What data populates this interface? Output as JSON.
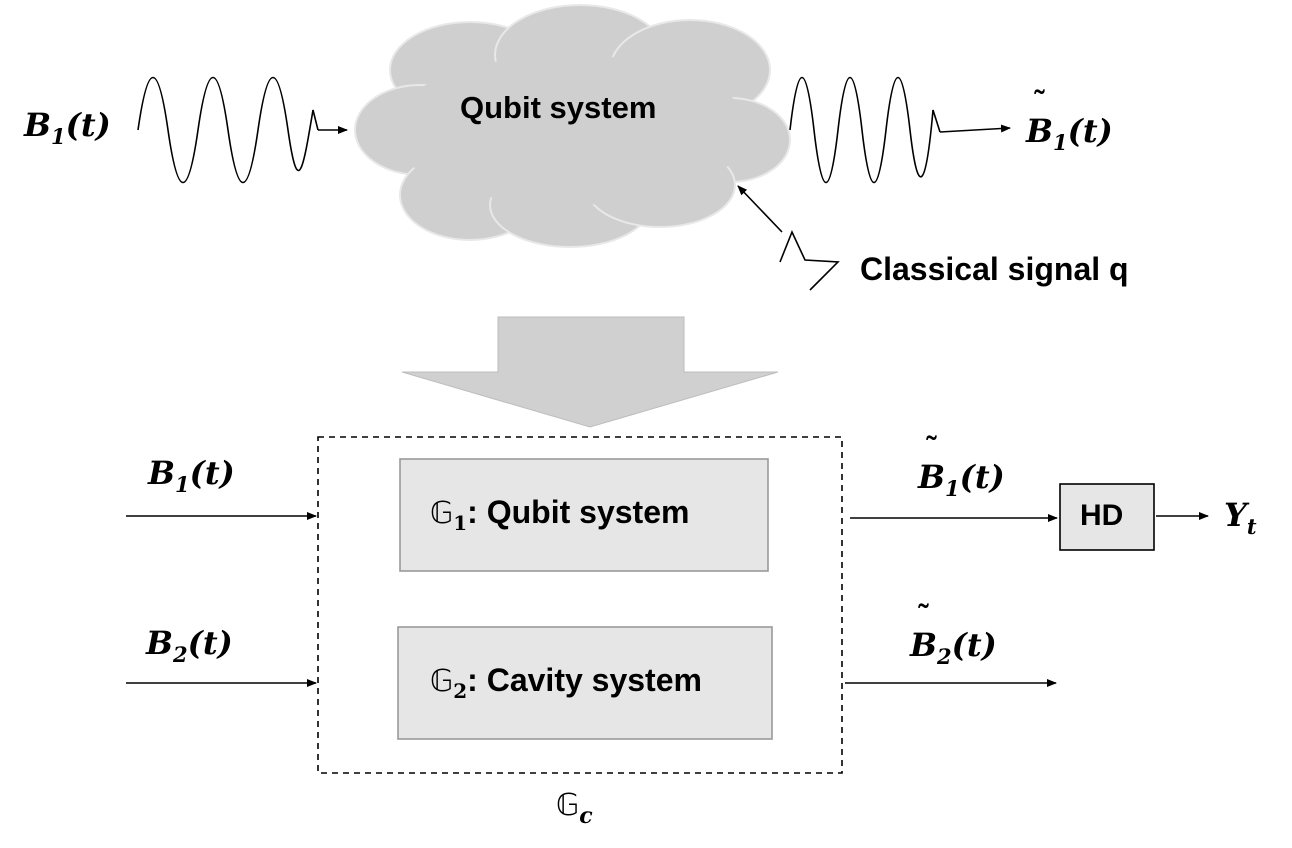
{
  "top": {
    "input_label": {
      "base": "B",
      "sub": "1",
      "arg": "(t)"
    },
    "cloud_label": "Qubit system",
    "output_label": {
      "base": "B",
      "sub": "1",
      "arg": "(t)"
    },
    "control_label": "Classical signal q"
  },
  "bottom": {
    "input1_label": {
      "base": "B",
      "sub": "1",
      "arg": "(t)"
    },
    "input2_label": {
      "base": "B",
      "sub": "2",
      "arg": "(t)"
    },
    "box1": {
      "symbol": "𝔾",
      "sub": "1",
      "text": ": Qubit system"
    },
    "box2": {
      "symbol": "𝔾",
      "sub": "2",
      "text": ": Cavity system"
    },
    "output1_label": {
      "base": "B",
      "sub": "1",
      "arg": "(t)"
    },
    "output2_label": {
      "base": "B",
      "sub": "2",
      "arg": "(t)"
    },
    "hd_label": "HD",
    "y_label": {
      "base": "Y",
      "sub": "t"
    },
    "container_label": {
      "symbol": "𝔾",
      "sub": "c"
    }
  },
  "colors": {
    "cloud_fill": "#cfcfcf",
    "cloud_stroke": "#e8e8e8",
    "box_fill": "#e6e6e6",
    "box_stroke": "#9a9a9a",
    "big_arrow_fill": "#d0d0d0"
  }
}
